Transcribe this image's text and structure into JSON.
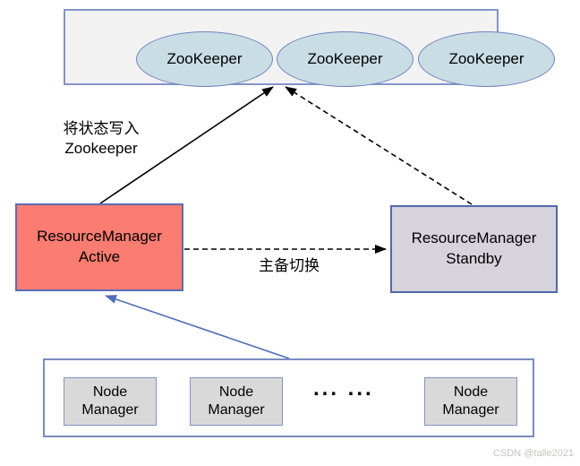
{
  "diagram": {
    "title_context": "ResourceManager HA with ZooKeeper",
    "zookeeper_cluster": {
      "nodes": [
        {
          "label": "ZooKeeper"
        },
        {
          "label": "ZooKeeper"
        },
        {
          "label": "ZooKeeper"
        }
      ]
    },
    "resource_manager_active": {
      "line1": "ResourceManager",
      "line2": "Active"
    },
    "resource_manager_standby": {
      "line1": "ResourceManager",
      "line2": "Standby"
    },
    "node_managers": {
      "nodes": [
        {
          "line1": "Node",
          "line2": "Manager"
        },
        {
          "line1": "Node",
          "line2": "Manager"
        },
        {
          "line1": "Node",
          "line2": "Manager"
        }
      ],
      "ellipsis": "... ..."
    },
    "labels": {
      "write_state_line1": "将状态写入",
      "write_state_line2": "Zookeeper",
      "failover": "主备切换"
    },
    "watermark": "CSDN @talle2021",
    "colors": {
      "zookeeper_node_fill": "#c9dde4",
      "zookeeper_node_border": "#7080c0",
      "cluster_container_fill": "#f2f2f2",
      "cluster_container_border": "#8494c6",
      "active_fill": "#fb7c71",
      "active_border": "#5c6cb4",
      "standby_fill": "#d6d3dc",
      "standby_border": "#4f69ae",
      "nodemanager_fill": "#d9d9d9",
      "nodemanager_border": "#8094c4",
      "arrow_black": "#000000",
      "arrow_blue": "#4d6cb8",
      "watermark_color": "#c9c3c3"
    }
  }
}
